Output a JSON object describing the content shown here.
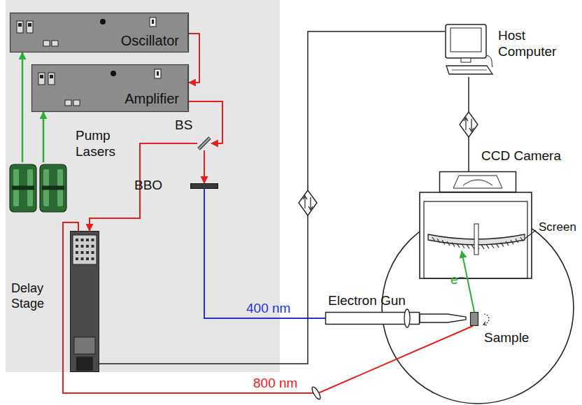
{
  "diagram": {
    "nodes": [
      {
        "text": [
          "Oscillator"
        ]
      },
      {
        "text": [
          "Amplifier"
        ]
      },
      {
        "text": [
          "Pump Lasers"
        ]
      },
      {
        "text": [
          "BS"
        ]
      },
      {
        "text": [
          "BBO"
        ]
      },
      {
        "text": [
          "Delay Stage"
        ]
      },
      {
        "text": [
          "Host Computer"
        ]
      },
      {
        "text": [
          "CCD Camera"
        ]
      },
      {
        "text": [
          "Screen"
        ]
      },
      {
        "text": [
          "Electron Gun"
        ]
      },
      {
        "text": [
          "Sample"
        ]
      }
    ],
    "edges": [
      {
        "from": 2,
        "to": 0,
        "arrow": "to"
      },
      {
        "from": 2,
        "to": 1,
        "arrow": "to"
      },
      {
        "from": 0,
        "to": 1,
        "arrow": "to"
      },
      {
        "from": 1,
        "to": 3,
        "arrow": "to"
      },
      {
        "from": 3,
        "to": 4,
        "arrow": "to"
      },
      {
        "from": 3,
        "to": 5,
        "arrow": "to"
      },
      {
        "from": 4,
        "to": 9,
        "label": "400 nm",
        "arrow": "none"
      },
      {
        "from": 5,
        "to": 10,
        "label": "800 nm",
        "arrow": "none"
      },
      {
        "from": 6,
        "to": 5,
        "arrow": "none"
      },
      {
        "from": 6,
        "to": 7,
        "arrow": "none"
      },
      {
        "from": 10,
        "to": 8,
        "label": "e⁻",
        "arrow": "to"
      }
    ]
  }
}
